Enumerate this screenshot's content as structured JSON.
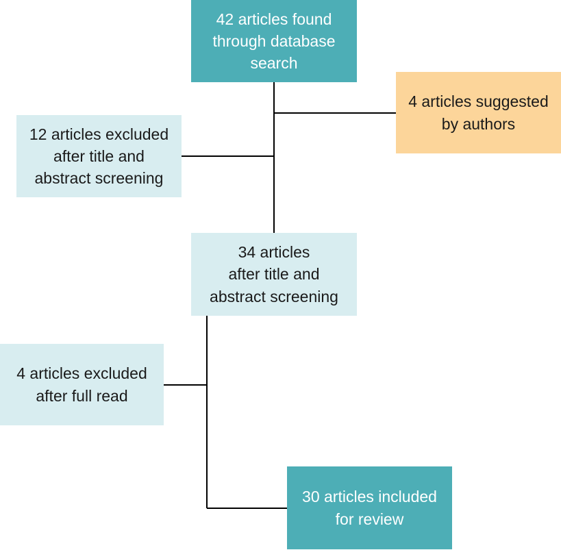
{
  "colors": {
    "primary": "#4daeb6",
    "light": "#d8edf0",
    "accent": "#fcd59a",
    "line": "#000000"
  },
  "boxes": {
    "database": {
      "text": "42 articles found\nthrough database\nsearch"
    },
    "suggested": {
      "text": "4 articles suggested\nby authors"
    },
    "excluded_screening": {
      "text": "12 articles excluded\nafter title and\nabstract screening"
    },
    "after_screening": {
      "text": "34 articles\nafter title and\nabstract screening"
    },
    "excluded_full": {
      "text": "4 articles excluded\nafter full read"
    },
    "included": {
      "text": "30 articles included\nfor review"
    }
  }
}
